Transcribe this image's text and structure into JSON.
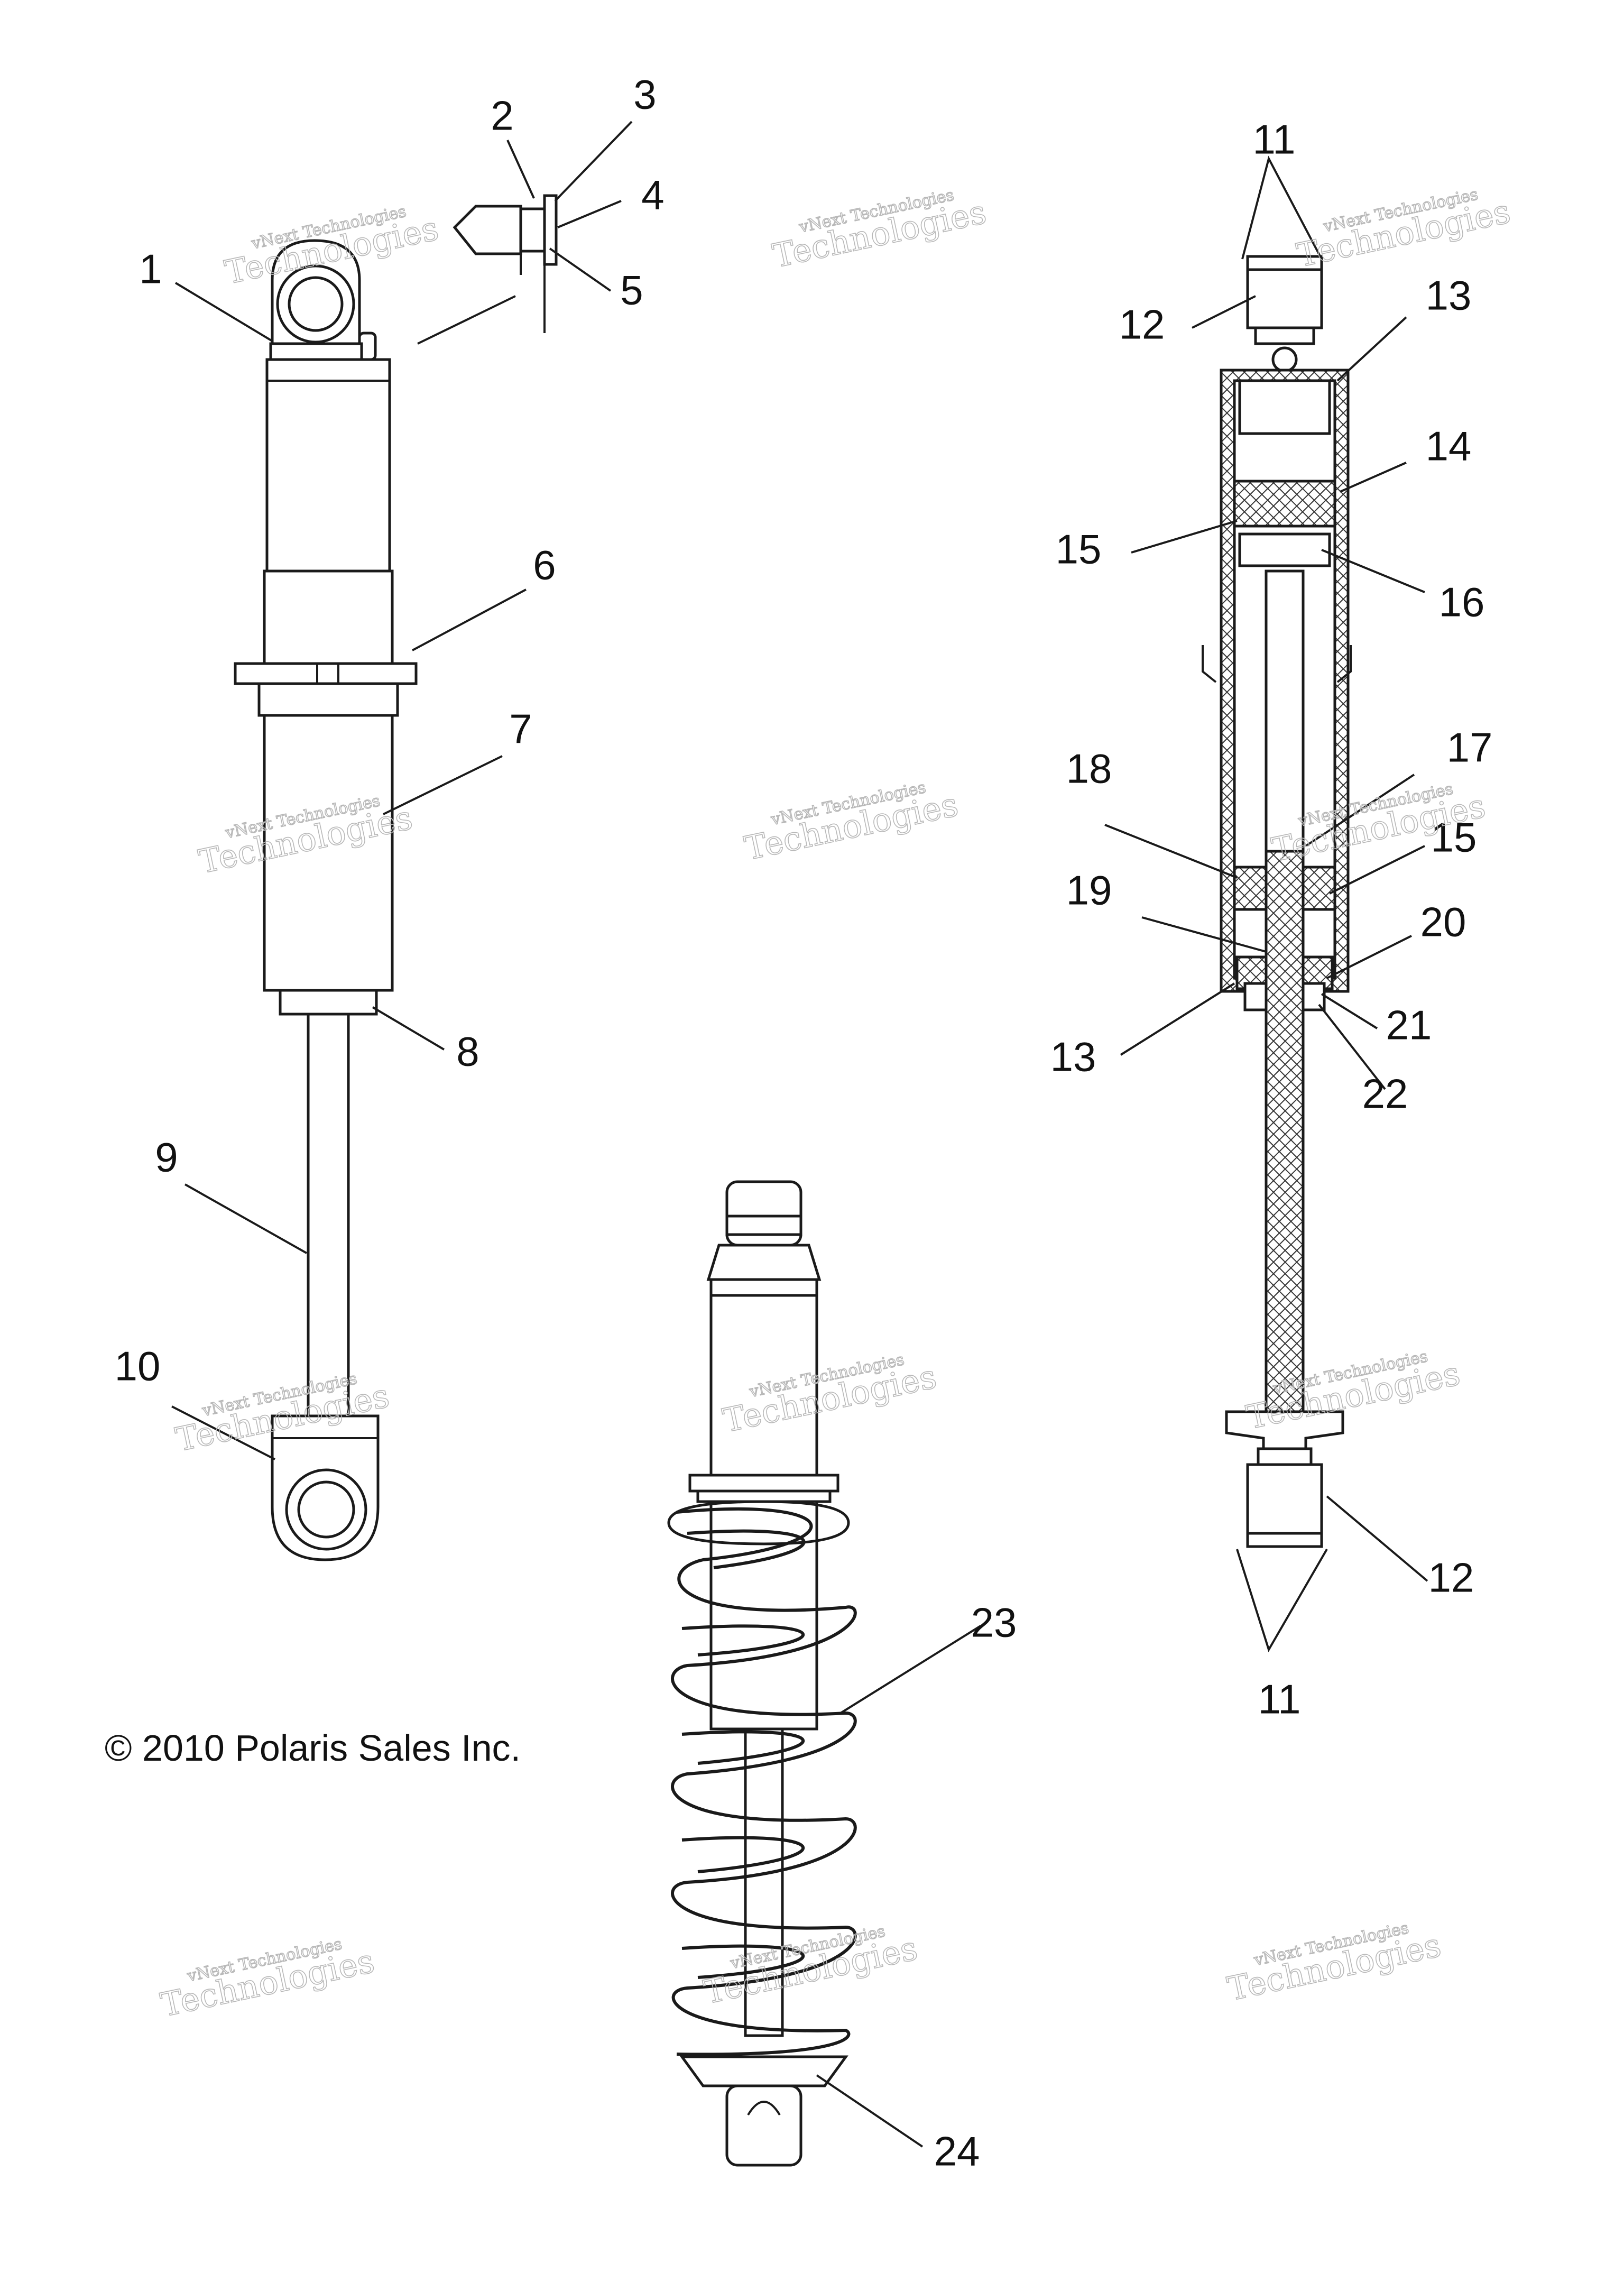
{
  "copyright": "© 2010 Polaris Sales Inc.",
  "watermark": {
    "line1": "vNext Technologies",
    "line2": "Technologies"
  },
  "callouts": [
    {
      "id": "c1",
      "label": "1"
    },
    {
      "id": "c2",
      "label": "2"
    },
    {
      "id": "c3",
      "label": "3"
    },
    {
      "id": "c4",
      "label": "4"
    },
    {
      "id": "c5",
      "label": "5"
    },
    {
      "id": "c6",
      "label": "6"
    },
    {
      "id": "c7",
      "label": "7"
    },
    {
      "id": "c8",
      "label": "8"
    },
    {
      "id": "c9",
      "label": "9"
    },
    {
      "id": "c10",
      "label": "10"
    },
    {
      "id": "c11a",
      "label": "11"
    },
    {
      "id": "c12a",
      "label": "12"
    },
    {
      "id": "c13a",
      "label": "13"
    },
    {
      "id": "c14",
      "label": "14"
    },
    {
      "id": "c15a",
      "label": "15"
    },
    {
      "id": "c16",
      "label": "16"
    },
    {
      "id": "c17",
      "label": "17"
    },
    {
      "id": "c18",
      "label": "18"
    },
    {
      "id": "c15b",
      "label": "15"
    },
    {
      "id": "c19",
      "label": "19"
    },
    {
      "id": "c20",
      "label": "20"
    },
    {
      "id": "c13b",
      "label": "13"
    },
    {
      "id": "c21",
      "label": "21"
    },
    {
      "id": "c22",
      "label": "22"
    },
    {
      "id": "c12b",
      "label": "12"
    },
    {
      "id": "c11b",
      "label": "11"
    },
    {
      "id": "c23",
      "label": "23"
    },
    {
      "id": "c24",
      "label": "24"
    }
  ]
}
